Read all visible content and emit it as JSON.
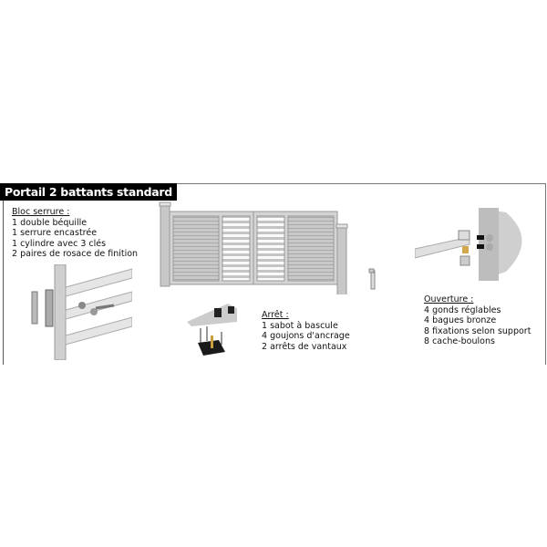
{
  "title": "Portail 2 battants standard :",
  "bloc_serrure": {
    "heading": "Bloc serrure :",
    "items": [
      "1 double béquille",
      "1 serrure encastrée",
      "1 cylindre avec 3 clés",
      "2 paires de rosace de finition"
    ]
  },
  "arret": {
    "heading": "Arrêt :",
    "items": [
      "1 sabot à bascule",
      "4 goujons d'ancrage",
      "2 arrêts de vantaux"
    ]
  },
  "ouverture": {
    "heading": "Ouverture :",
    "items": [
      "4 gonds réglables",
      "4 bagues bronze",
      "8 fixations selon support",
      "8 cache-boulons"
    ]
  }
}
